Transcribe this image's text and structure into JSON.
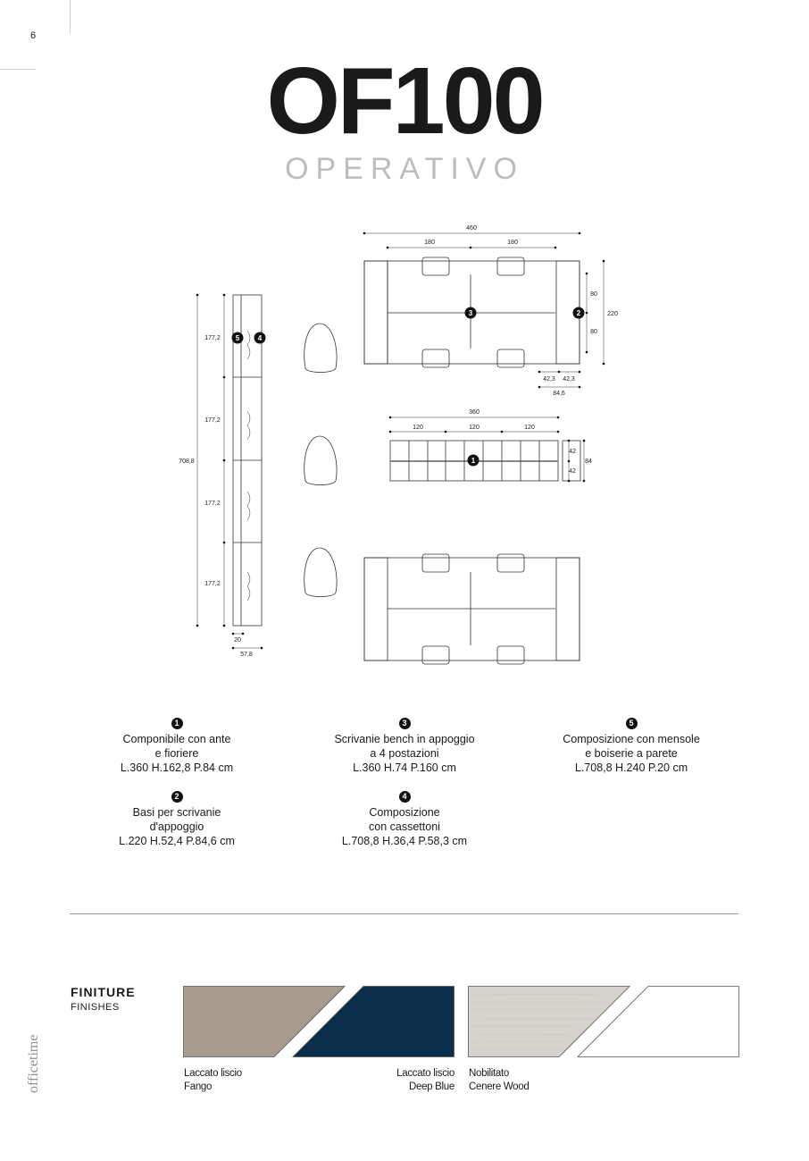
{
  "page": {
    "number": "6"
  },
  "header": {
    "title": "OF100",
    "subtitle": "OPERATIVO"
  },
  "dimensions": {
    "top_overall": "460",
    "top_left": "180",
    "top_right": "180",
    "top_side_1": "80",
    "top_side_2": "80",
    "top_side_total": "220",
    "top_leg_1": "42,3",
    "top_leg_2": "42,3",
    "top_leg_total": "84,6",
    "mid_overall": "360",
    "mid_1": "120",
    "mid_2": "120",
    "mid_3": "120",
    "mid_side_1": "42",
    "mid_side_2": "42",
    "mid_side_total": "84",
    "wall_total": "708,8",
    "wall_1": "177,2",
    "wall_2": "177,2",
    "wall_3": "177,2",
    "wall_4": "177,2",
    "wall_depth_1": "20",
    "wall_depth_2": "57,8"
  },
  "badges": {
    "b1": "1",
    "b2": "2",
    "b3": "3",
    "b4": "4",
    "b5": "5"
  },
  "items": [
    {
      "num": "1",
      "line1": "Componibile con ante",
      "line2": "e fioriere",
      "size": "L.360 H.162,8 P.84 cm"
    },
    {
      "num": "3",
      "line1": "Scrivanie bench in appoggio",
      "line2": "a 4 postazioni",
      "size": "L.360 H.74 P.160 cm"
    },
    {
      "num": "5",
      "line1": "Composizione con mensole",
      "line2": "e boiserie a parete",
      "size": "L.708,8 H.240 P.20 cm"
    },
    {
      "num": "2",
      "line1": "Basi per scrivanie",
      "line2": "d'appoggio",
      "size": "L.220 H.52,4 P.84,6 cm"
    },
    {
      "num": "4",
      "line1": "Composizione",
      "line2": "con cassettoni",
      "size": "L.708,8 H.36,4 P.58,3 cm"
    }
  ],
  "finishes": {
    "title": "FINITURE",
    "subtitle": "FINISHES",
    "swatches": [
      {
        "line1": "Laccato liscio",
        "line2": "Fango",
        "color": "#a79b8e"
      },
      {
        "line1": "Laccato liscio",
        "line2": "Deep Blue",
        "color": "#0b2f4a"
      },
      {
        "line1": "Nobilitato",
        "line2": "Cenere Wood",
        "color": "#d7d2cb"
      },
      {
        "line1": "",
        "line2": "",
        "color": "#ffffff"
      }
    ]
  },
  "brand": {
    "name": "officetime"
  }
}
